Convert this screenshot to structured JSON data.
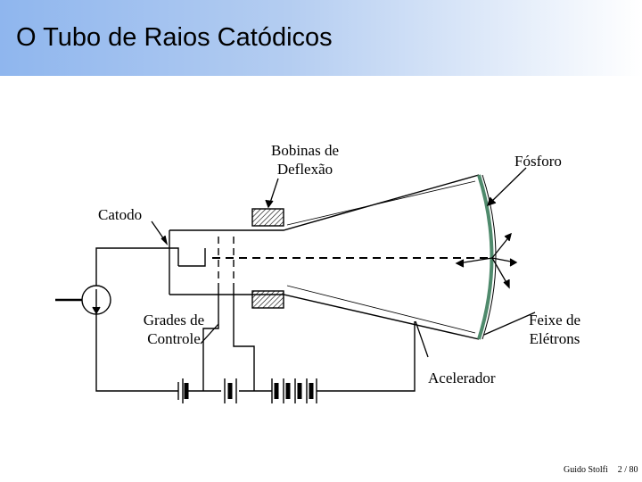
{
  "slide": {
    "title": "O Tubo de Raios Catódicos"
  },
  "diagram": {
    "labels": {
      "bobinas_line1": "Bobinas de",
      "bobinas_line2": "Deflexão",
      "fosforo": "Fósforo",
      "catodo": "Catodo",
      "grades_line1": "Grades de",
      "grades_line2": "Controle",
      "feixe_line1": "Feixe de",
      "feixe_line2": "Elétrons",
      "acelerador": "Acelerador"
    },
    "colors": {
      "phosphor_screen": "#4f8a6c",
      "line": "#000000",
      "header_gradient_start": "#8fb6ee"
    }
  },
  "footer": {
    "author": "Guido Stolfi",
    "page": "2 / 80"
  }
}
